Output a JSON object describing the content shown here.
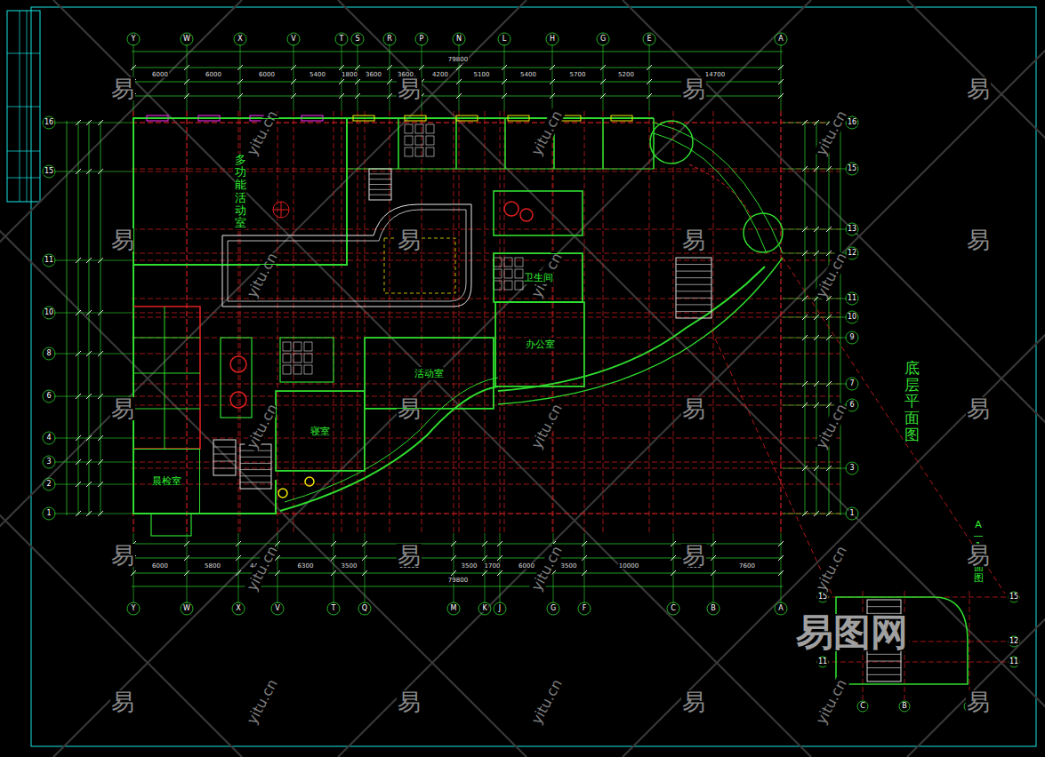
{
  "diagram": {
    "title": "底层平面图",
    "nodes": [
      {
        "text": [
          "多功能活动室"
        ]
      },
      {
        "text": [
          "卫生间"
        ]
      },
      {
        "text": [
          "办公室"
        ]
      },
      {
        "text": [
          "活动室"
        ]
      },
      {
        "text": [
          "寝室"
        ]
      },
      {
        "text": [
          "晨检室"
        ]
      }
    ],
    "labels": [
      "Y",
      "W",
      "X",
      "V",
      "T",
      "S",
      "R",
      "P",
      "N",
      "L",
      "H",
      "G",
      "E",
      "A",
      "Y",
      "W",
      "X",
      "V",
      "T",
      "Q",
      "M",
      "K",
      "J",
      "G",
      "F",
      "C",
      "B",
      "A",
      "16",
      "15",
      "11",
      "10",
      "8",
      "6",
      "4",
      "3",
      "2",
      "1",
      "16",
      "15",
      "13",
      "12",
      "11",
      "10",
      "9",
      "7",
      "6",
      "3",
      "1",
      "15",
      "12",
      "11",
      "15",
      "12",
      "11",
      "C",
      "B",
      "A",
      "6000",
      "6000",
      "6000",
      "5400",
      "1800",
      "3600",
      "3600",
      "4200",
      "5100",
      "5400",
      "5700",
      "5200",
      "14700",
      "79800",
      "6000",
      "5800",
      "4400",
      "6300",
      "3500",
      "10000",
      "3500",
      "1700",
      "6000",
      "3500",
      "10000",
      "4500",
      "7600",
      "79800",
      "A—1平面图",
      "易",
      "易",
      "易",
      "易",
      "易",
      "易",
      "易",
      "易",
      "易",
      "易",
      "易",
      "易",
      "易",
      "易",
      "易",
      "易",
      "易",
      "易",
      "易",
      "易",
      "yitu.cn",
      "yitu.cn",
      "yitu.cn",
      "yitu.cn",
      "yitu.cn",
      "yitu.cn",
      "yitu.cn",
      "yitu.cn",
      "yitu.cn",
      "yitu.cn",
      "yitu.cn",
      "yitu.cn",
      "yitu.cn",
      "yitu.cn",
      "yitu.cn",
      "易图网"
    ]
  }
}
